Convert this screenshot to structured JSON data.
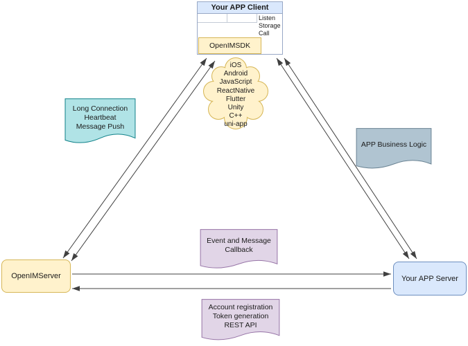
{
  "colors": {
    "blue_fill": "#dae8fc",
    "blue_stroke": "#6c8ebf",
    "yellow_fill": "#fff2cc",
    "yellow_stroke": "#d6b656",
    "teal_fill": "#b0e3e6",
    "teal_stroke": "#0e8088",
    "grayblue_fill": "#b0c4d1",
    "grayblue_stroke": "#6a8393",
    "purple_fill": "#e1d5e7",
    "purple_stroke": "#9673a6",
    "edge_color": "#404040"
  },
  "client": {
    "title": "Your APP Client",
    "interface_labels": [
      "Listen",
      "Storage",
      "Call"
    ],
    "sdk_label": "OpenIMSDK"
  },
  "cloud": {
    "platforms": [
      "iOS",
      "Android",
      "JavaScript",
      "ReactNative",
      "Flutter",
      "Unity",
      "C++",
      "uni-app"
    ]
  },
  "callouts": {
    "long_connection": {
      "lines": [
        "Long Connection",
        "Heartbeat",
        "Message Push"
      ]
    },
    "app_business_logic": {
      "lines": [
        "APP Business Logic"
      ]
    },
    "event_callback": {
      "lines": [
        "Event and Message",
        "Callback"
      ]
    },
    "rest_api": {
      "lines": [
        "Account registration",
        "Token generation",
        "REST API"
      ]
    }
  },
  "nodes": {
    "openim_server": {
      "label": "OpenIMServer"
    },
    "app_server": {
      "label": "Your APP Server"
    }
  }
}
